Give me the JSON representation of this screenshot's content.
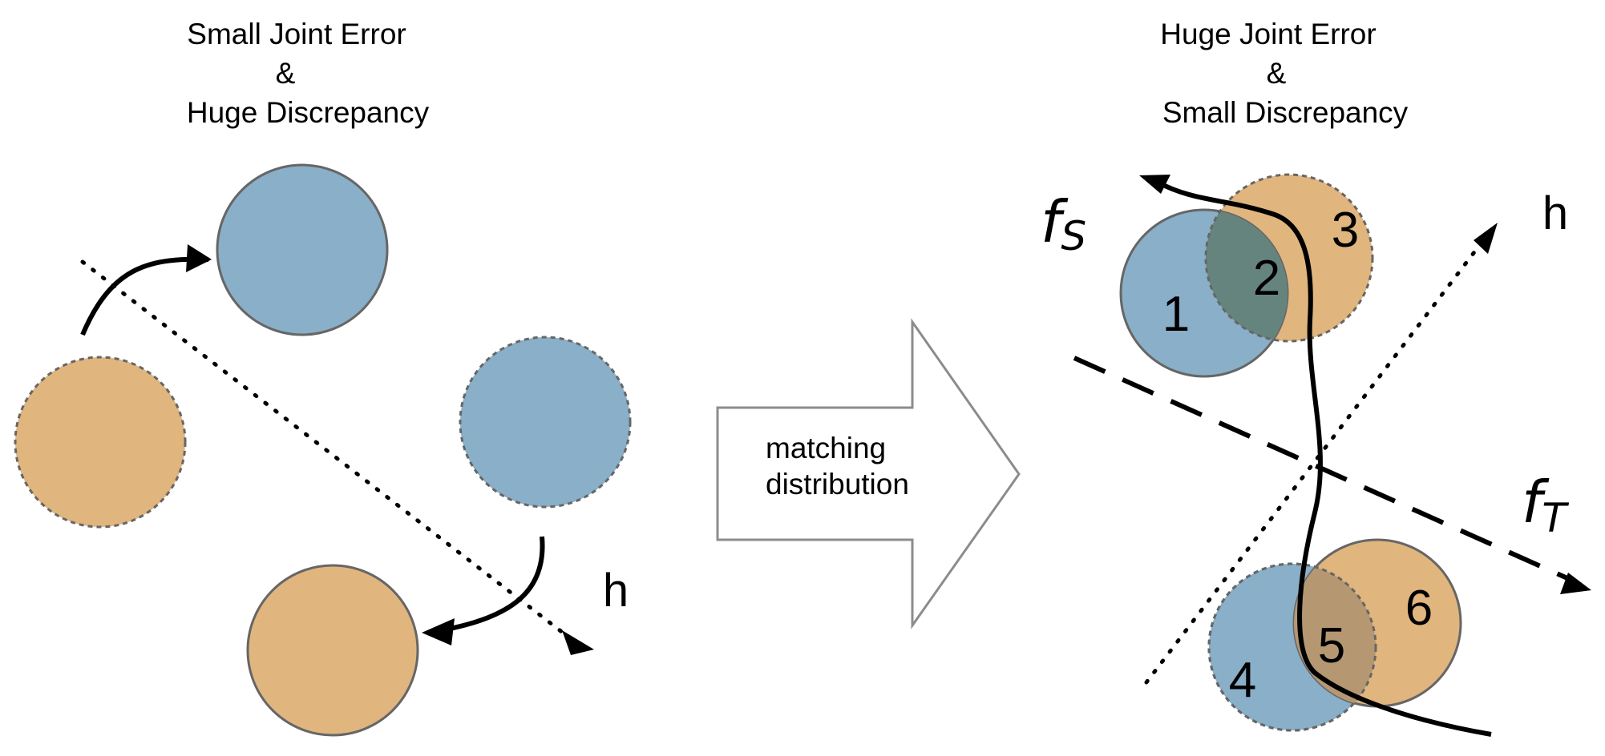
{
  "left_panel": {
    "title_lines": [
      "Small Joint Error",
      "&",
      "Huge Discrepancy"
    ],
    "axis_label": "h"
  },
  "center_arrow": {
    "label_lines": [
      "matching",
      "distribution"
    ]
  },
  "right_panel": {
    "title_lines": [
      "Huge Joint Error",
      "&",
      "Small Discrepancy"
    ],
    "axis_label": "h",
    "fs_label": {
      "base": "f",
      "sub": "S"
    },
    "ft_label": {
      "base": "f",
      "sub": "T"
    },
    "region_numbers": [
      "1",
      "2",
      "3",
      "4",
      "5",
      "6"
    ]
  },
  "colors": {
    "blue": "#8aafc8",
    "orange": "#e1b57e",
    "overlap_top": "#66847e",
    "overlap_bottom": "#b59872",
    "stroke": "#666666"
  }
}
